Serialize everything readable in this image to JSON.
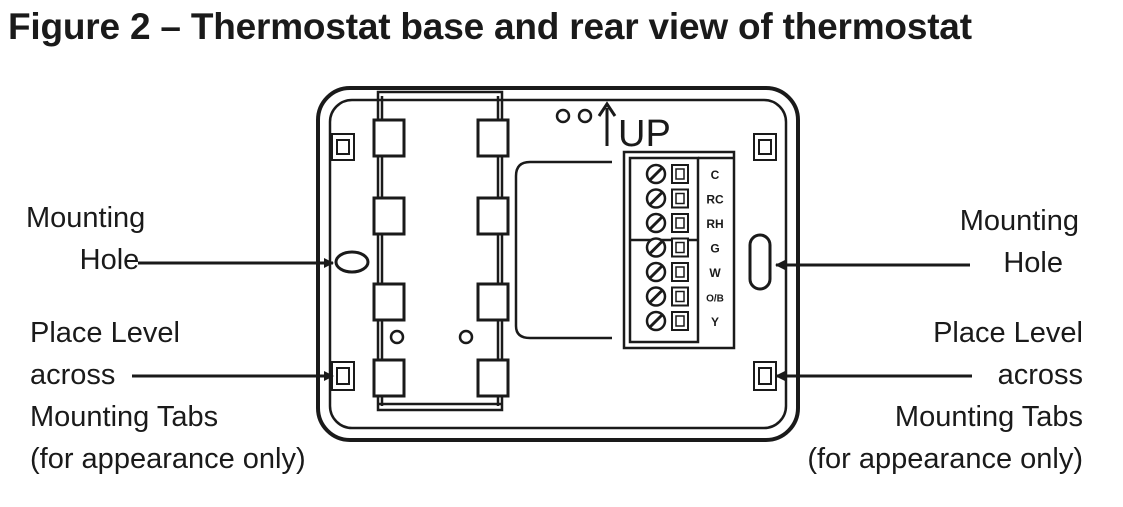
{
  "figure": {
    "title": "Figure 2 – Thermostat base and rear view of thermostat"
  },
  "base": {
    "up_label": "UP",
    "terminals": [
      "C",
      "RC",
      "RH",
      "G",
      "W",
      "O/B",
      "Y"
    ]
  },
  "callouts": {
    "mounting_hole_left": {
      "line1": "Mounting",
      "line2": "Hole"
    },
    "mounting_hole_right": {
      "line1": "Mounting",
      "line2": "Hole"
    },
    "level_left": {
      "line1": "Place Level",
      "line2": "across",
      "line3": "Mounting Tabs",
      "line4": "(for appearance only)"
    },
    "level_right": {
      "line1": "Place Level",
      "line2": "across",
      "line3": "Mounting Tabs",
      "line4": "(for appearance only)"
    }
  },
  "colors": {
    "ink": "#1a1a1a",
    "paper": "#ffffff"
  }
}
